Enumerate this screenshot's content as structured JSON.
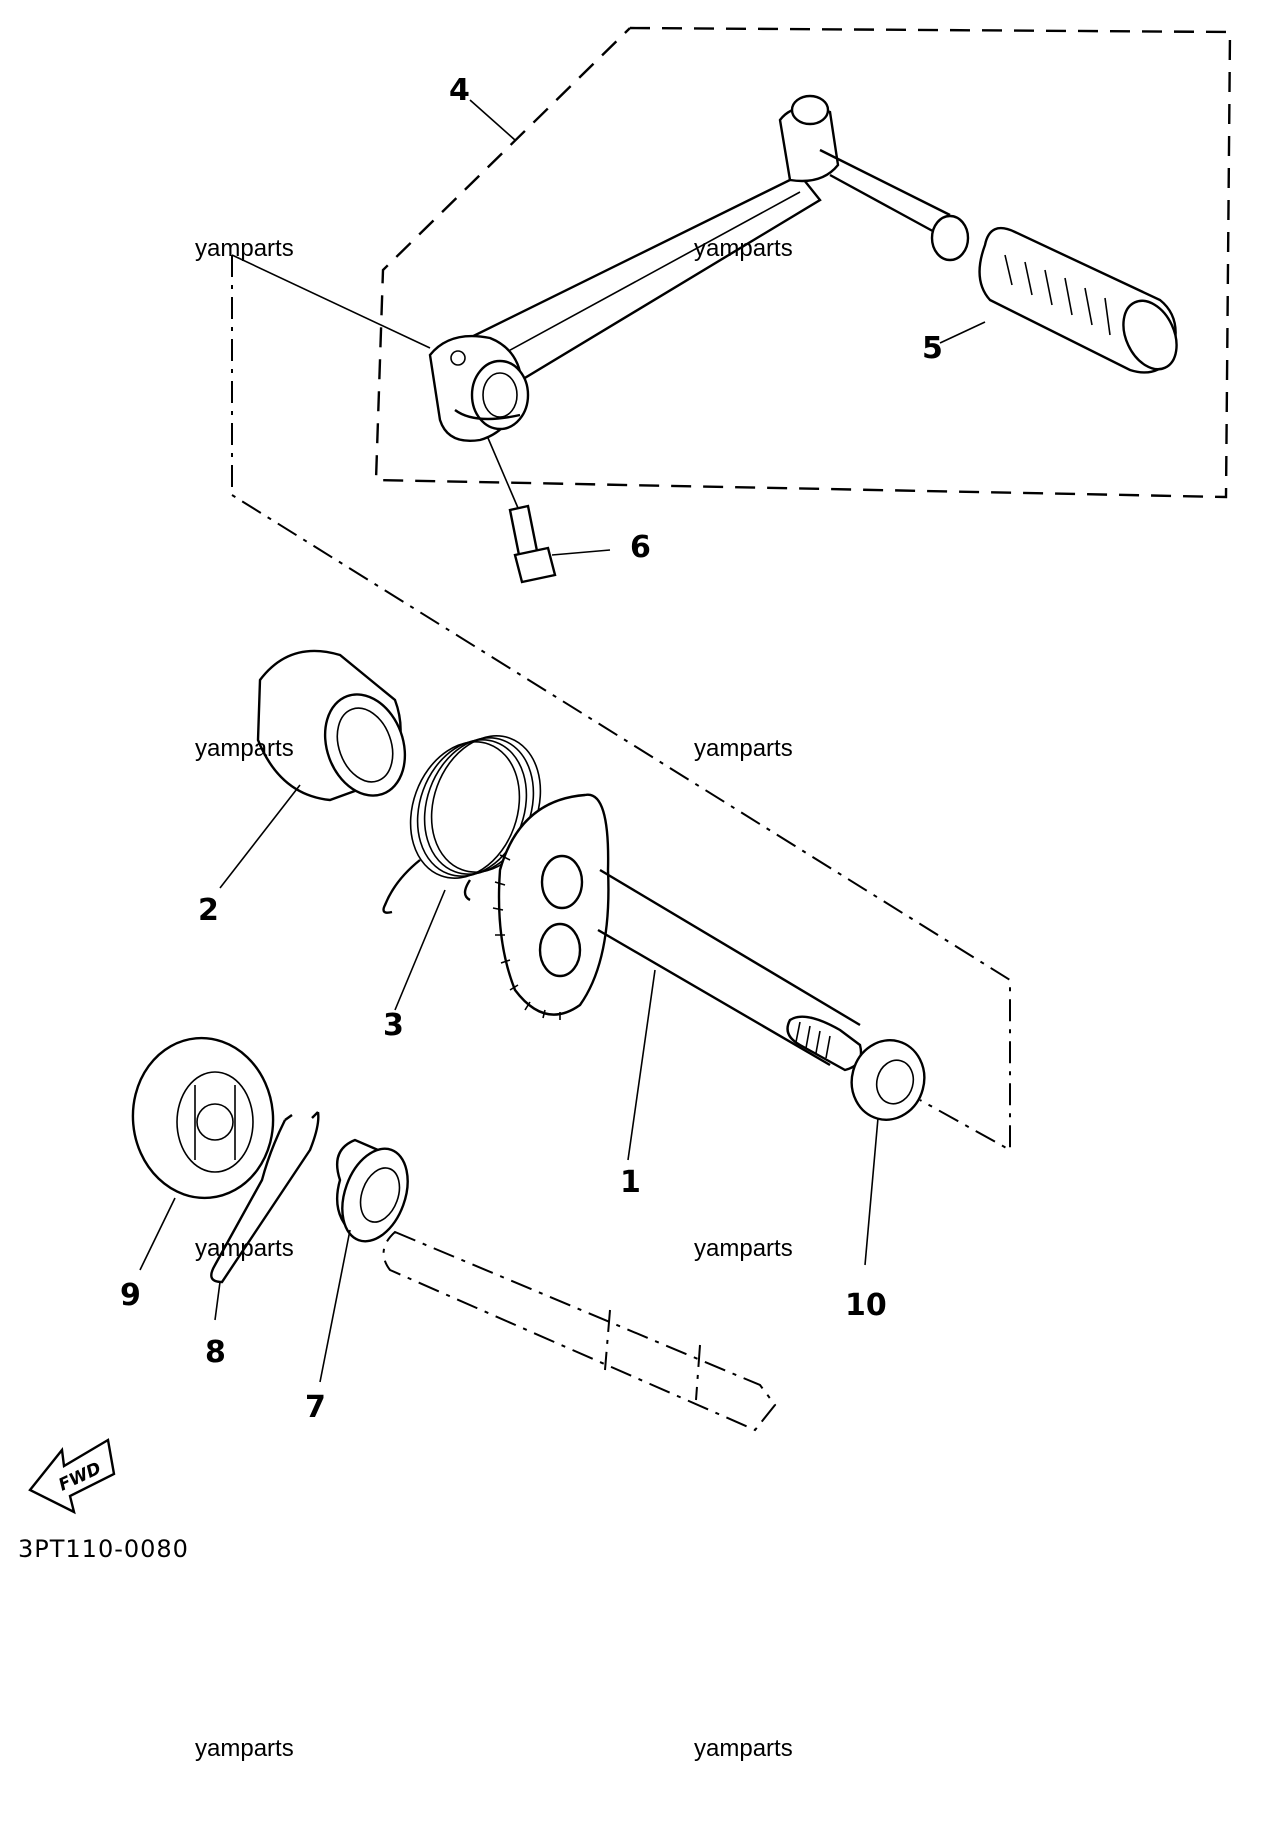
{
  "labels": {
    "n1": "1",
    "n2": "2",
    "n3": "3",
    "n4": "4",
    "n5": "5",
    "n6": "6",
    "n7": "7",
    "n8": "8",
    "n9": "9",
    "n10": "10"
  },
  "fwd": "FWD",
  "diagram_code": "3PT110-0080",
  "watermarks": [
    "yamparts",
    "yamparts",
    "yamparts",
    "yamparts",
    "yamparts",
    "yamparts",
    "yamparts",
    "yamparts"
  ]
}
